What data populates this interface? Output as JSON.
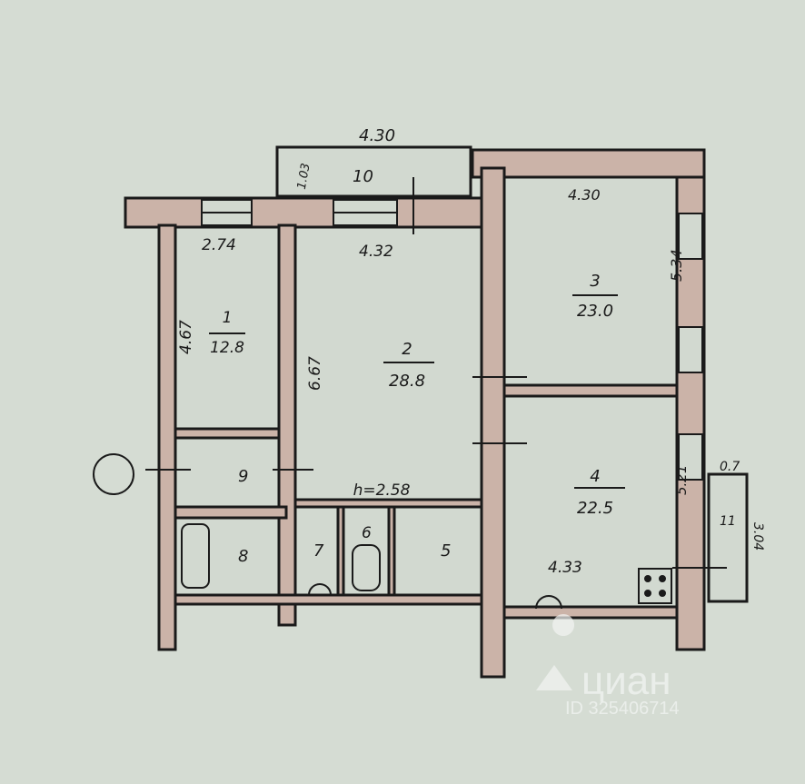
{
  "plan": {
    "overall_width": "4.30",
    "ceiling_height": "h=2.58",
    "rooms": [
      {
        "id": "1",
        "area": "12.8",
        "width": "2.74",
        "length": "4.67"
      },
      {
        "id": "2",
        "area": "28.8",
        "width": "4.32",
        "length": "6.67"
      },
      {
        "id": "3",
        "area": "23.0",
        "width": "4.30",
        "length": "5.34"
      },
      {
        "id": "4",
        "area": "22.5",
        "width": "4.33",
        "length": "5.21"
      },
      {
        "id": "5"
      },
      {
        "id": "6"
      },
      {
        "id": "7"
      },
      {
        "id": "8"
      },
      {
        "id": "9"
      },
      {
        "id": "10",
        "depth": "1.03"
      },
      {
        "id": "11",
        "width": "0.7",
        "length": "3.04"
      }
    ]
  },
  "watermark": {
    "brand": "циан",
    "id": "ID 325406714"
  },
  "colors": {
    "paper": "#d5dcd3",
    "wall": "#cbb3a8",
    "ink": "#1a1a1a"
  }
}
